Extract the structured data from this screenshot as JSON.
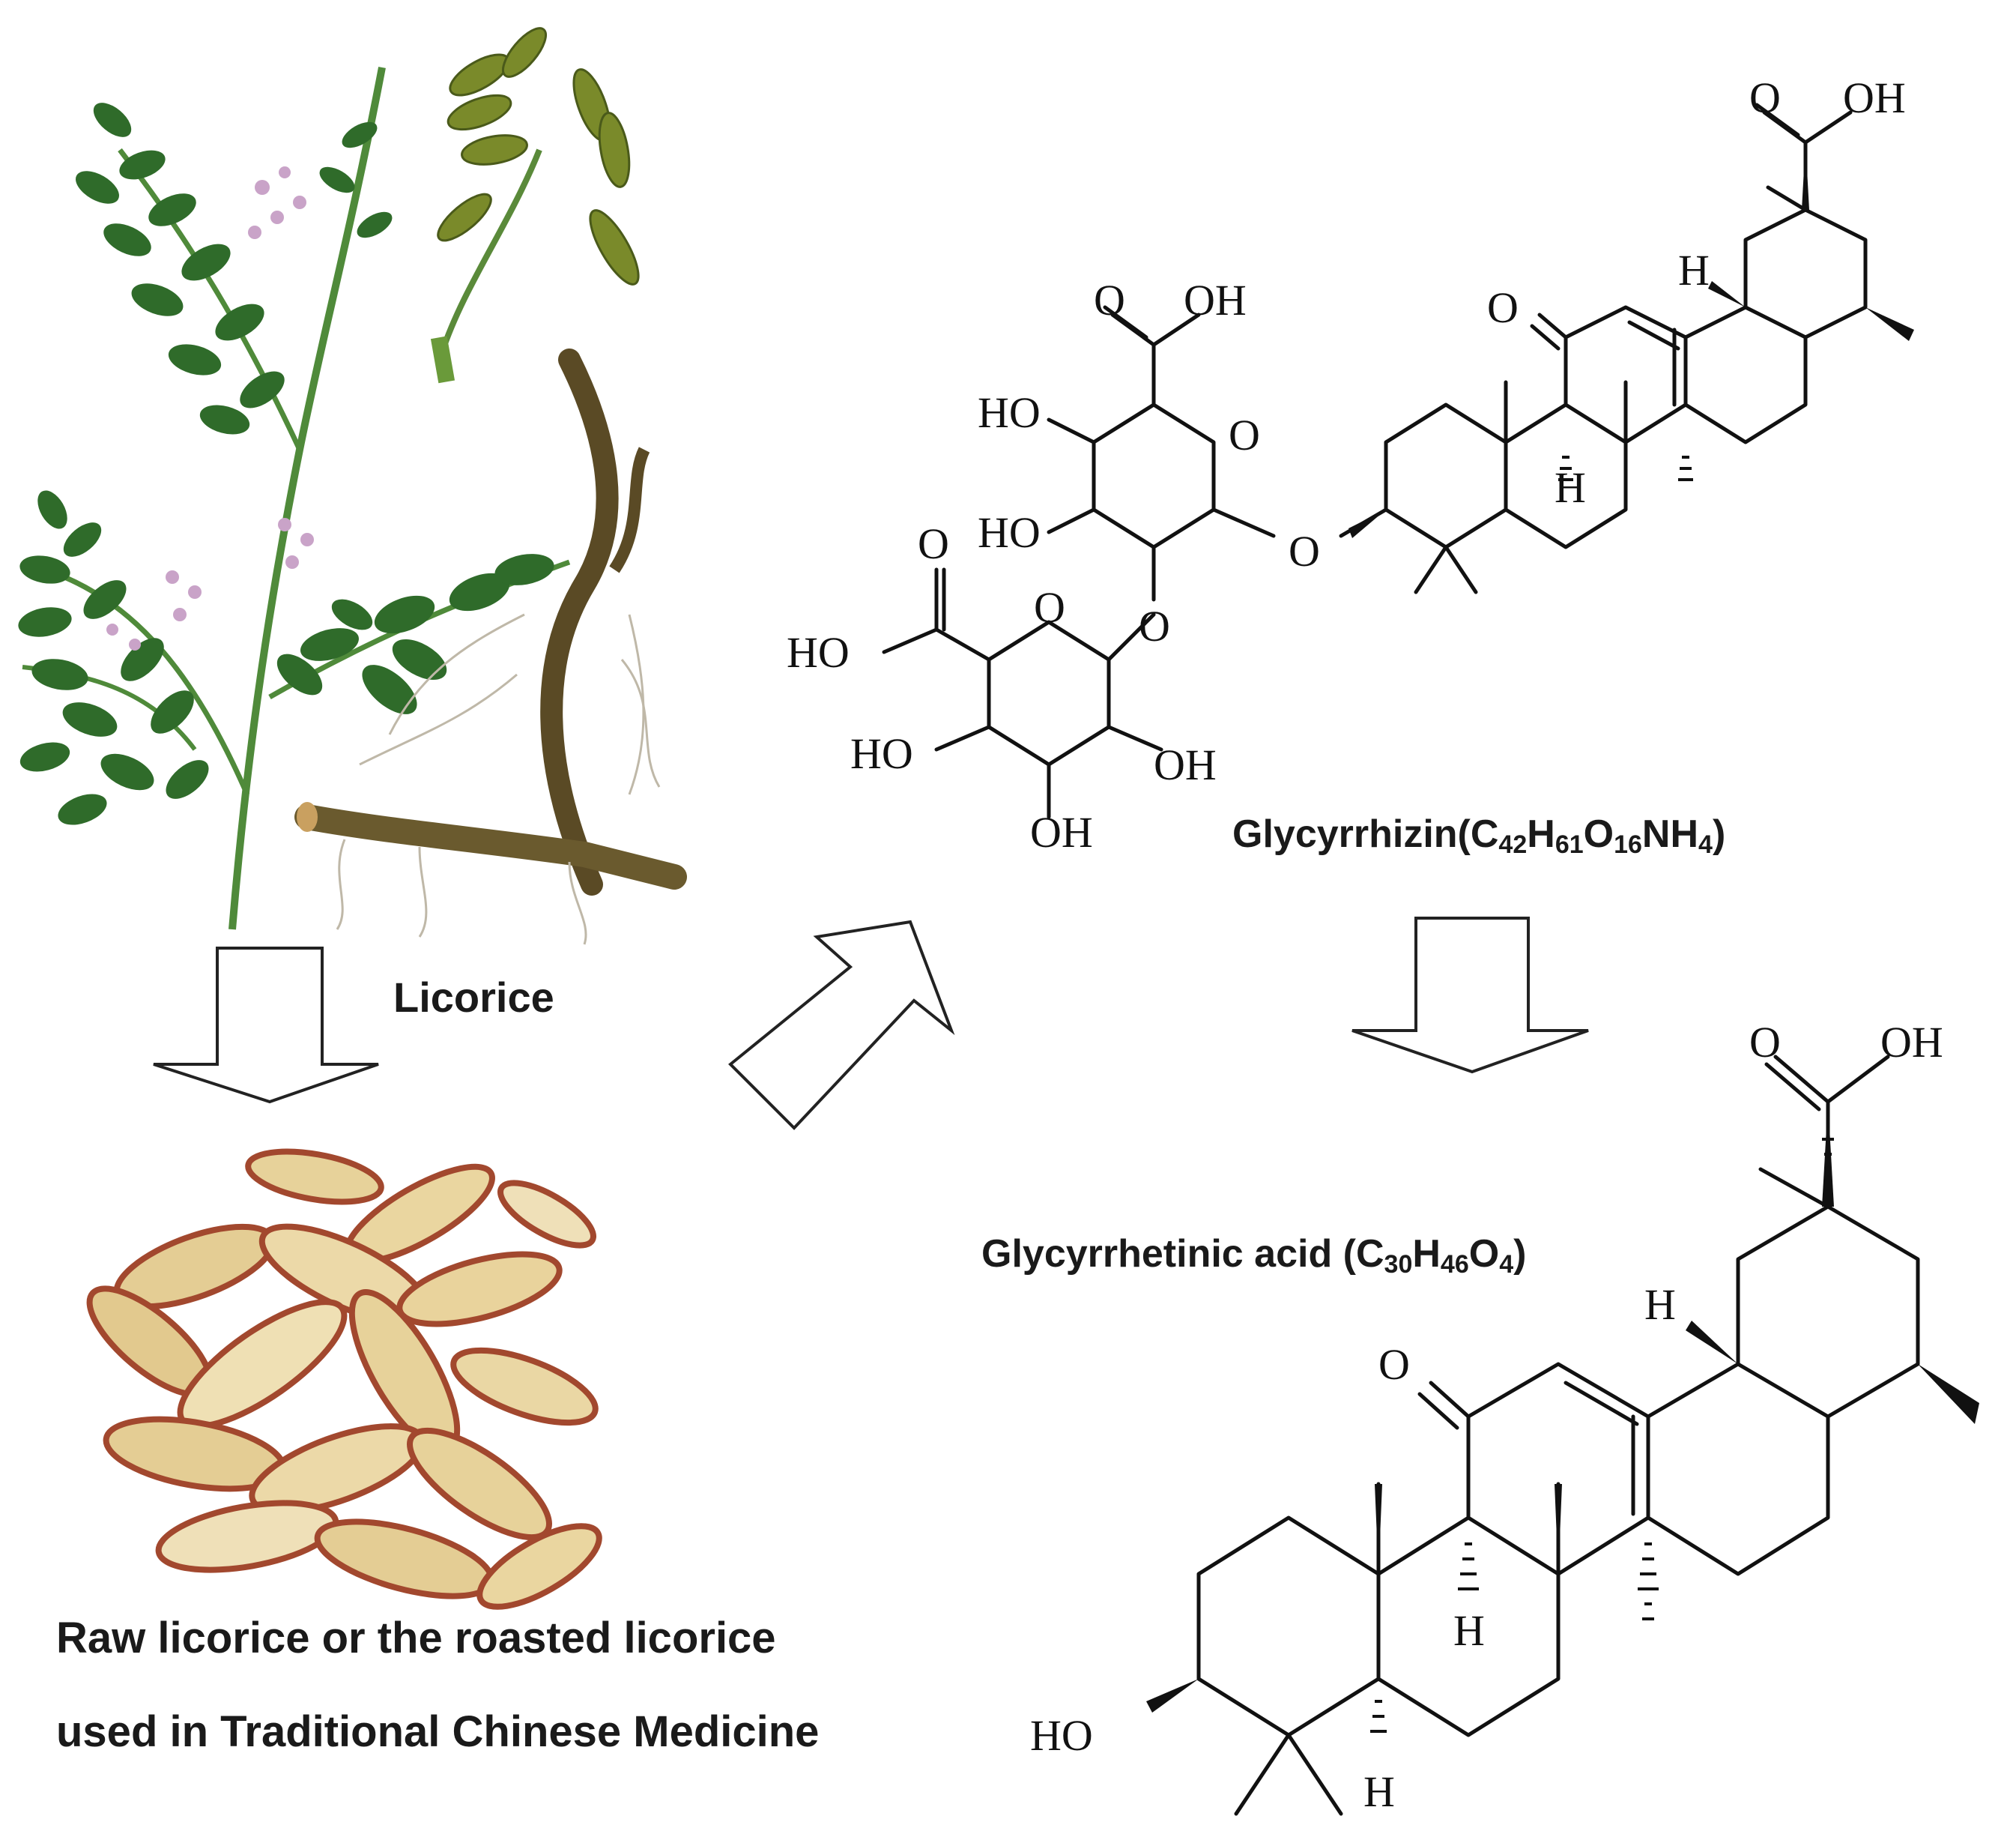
{
  "figure": {
    "labels": {
      "licorice": "Licorice",
      "raw_line1": "Raw licorice or the roasted licorice",
      "raw_line2": "used in Traditional Chinese Medicine",
      "glycyrrhizin_name": "Glycyrrhizin(C",
      "glycyrrhizin_c": "42",
      "glycyrrhizin_h": "61",
      "glycyrrhizin_o": "16",
      "glycyrrhizin_n": "NH",
      "glycyrrhizin_nh": "4",
      "glycyrrhizin_end": ")",
      "gly_acid_name": "Glycyrrhetinic acid (C",
      "gly_acid_c": "30",
      "gly_acid_h": "46",
      "gly_acid_o": "4",
      "gly_acid_end": ")"
    },
    "atoms": {
      "O": "O",
      "OH": "OH",
      "HO": "HO",
      "H": "H"
    },
    "colors": {
      "leaf": "#2f6b2a",
      "stem": "#4f8a3a",
      "flower": "#c9a3c8",
      "root": "#5a4a25",
      "slice": "#e7d29a",
      "bark": "#a2482e",
      "ink": "#111111"
    }
  }
}
